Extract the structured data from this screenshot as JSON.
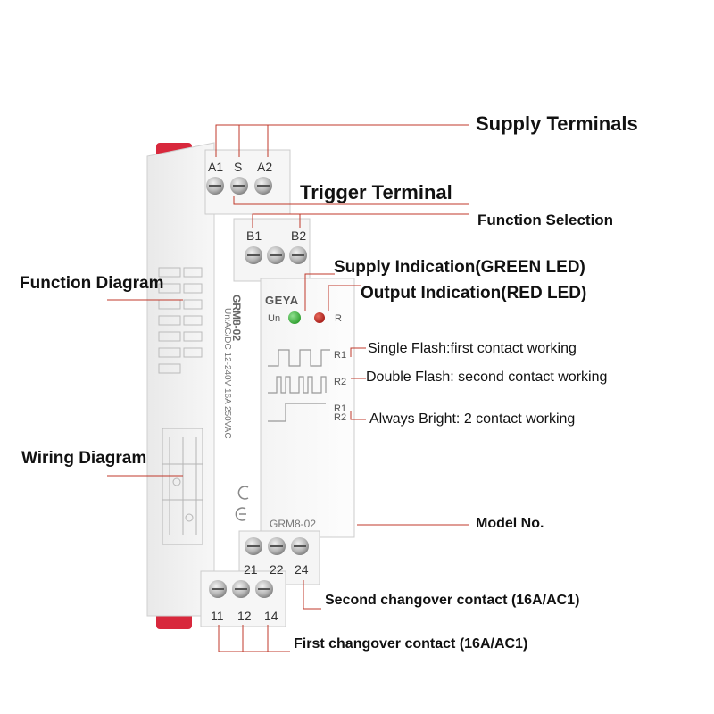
{
  "callouts": {
    "supply_terminals": "Supply Terminals",
    "trigger_terminal": "Trigger Terminal",
    "function_selection": "Function Selection",
    "supply_indication": "Supply Indication(GREEN LED)",
    "output_indication": "Output Indication(RED LED)",
    "function_diagram": "Function Diagram",
    "wiring_diagram": "Wiring Diagram",
    "single_flash": "Single Flash:first contact working",
    "double_flash": "Double Flash: second contact working",
    "always_bright": "Always Bright: 2 contact working",
    "model_no": "Model No.",
    "second_changeover": "Second changover contact (16A/AC1)",
    "first_changeover": "First changover contact (16A/AC1)"
  },
  "device": {
    "top_terminals": [
      "A1",
      "S",
      "A2"
    ],
    "function_terminals": [
      "B1",
      "B2"
    ],
    "bottom_upper_terminals": [
      "21",
      "22",
      "24"
    ],
    "bottom_lower_terminals": [
      "11",
      "12",
      "14"
    ],
    "led_labels": [
      "Un",
      "R"
    ],
    "waveform_labels": [
      "R1",
      "R2",
      "R1",
      "R2"
    ],
    "brand": "GEYA",
    "model": "GRM8-02",
    "side_model": "GRM8-02",
    "side_specs": "Un:AC/DC 12-240V  16A 250VAC",
    "ce_mark": "CE"
  },
  "colors": {
    "green_led": "#2e9e2e",
    "red_led": "#c0231e",
    "end_cap": "#d8283c",
    "leader_line": "#c0392b"
  }
}
